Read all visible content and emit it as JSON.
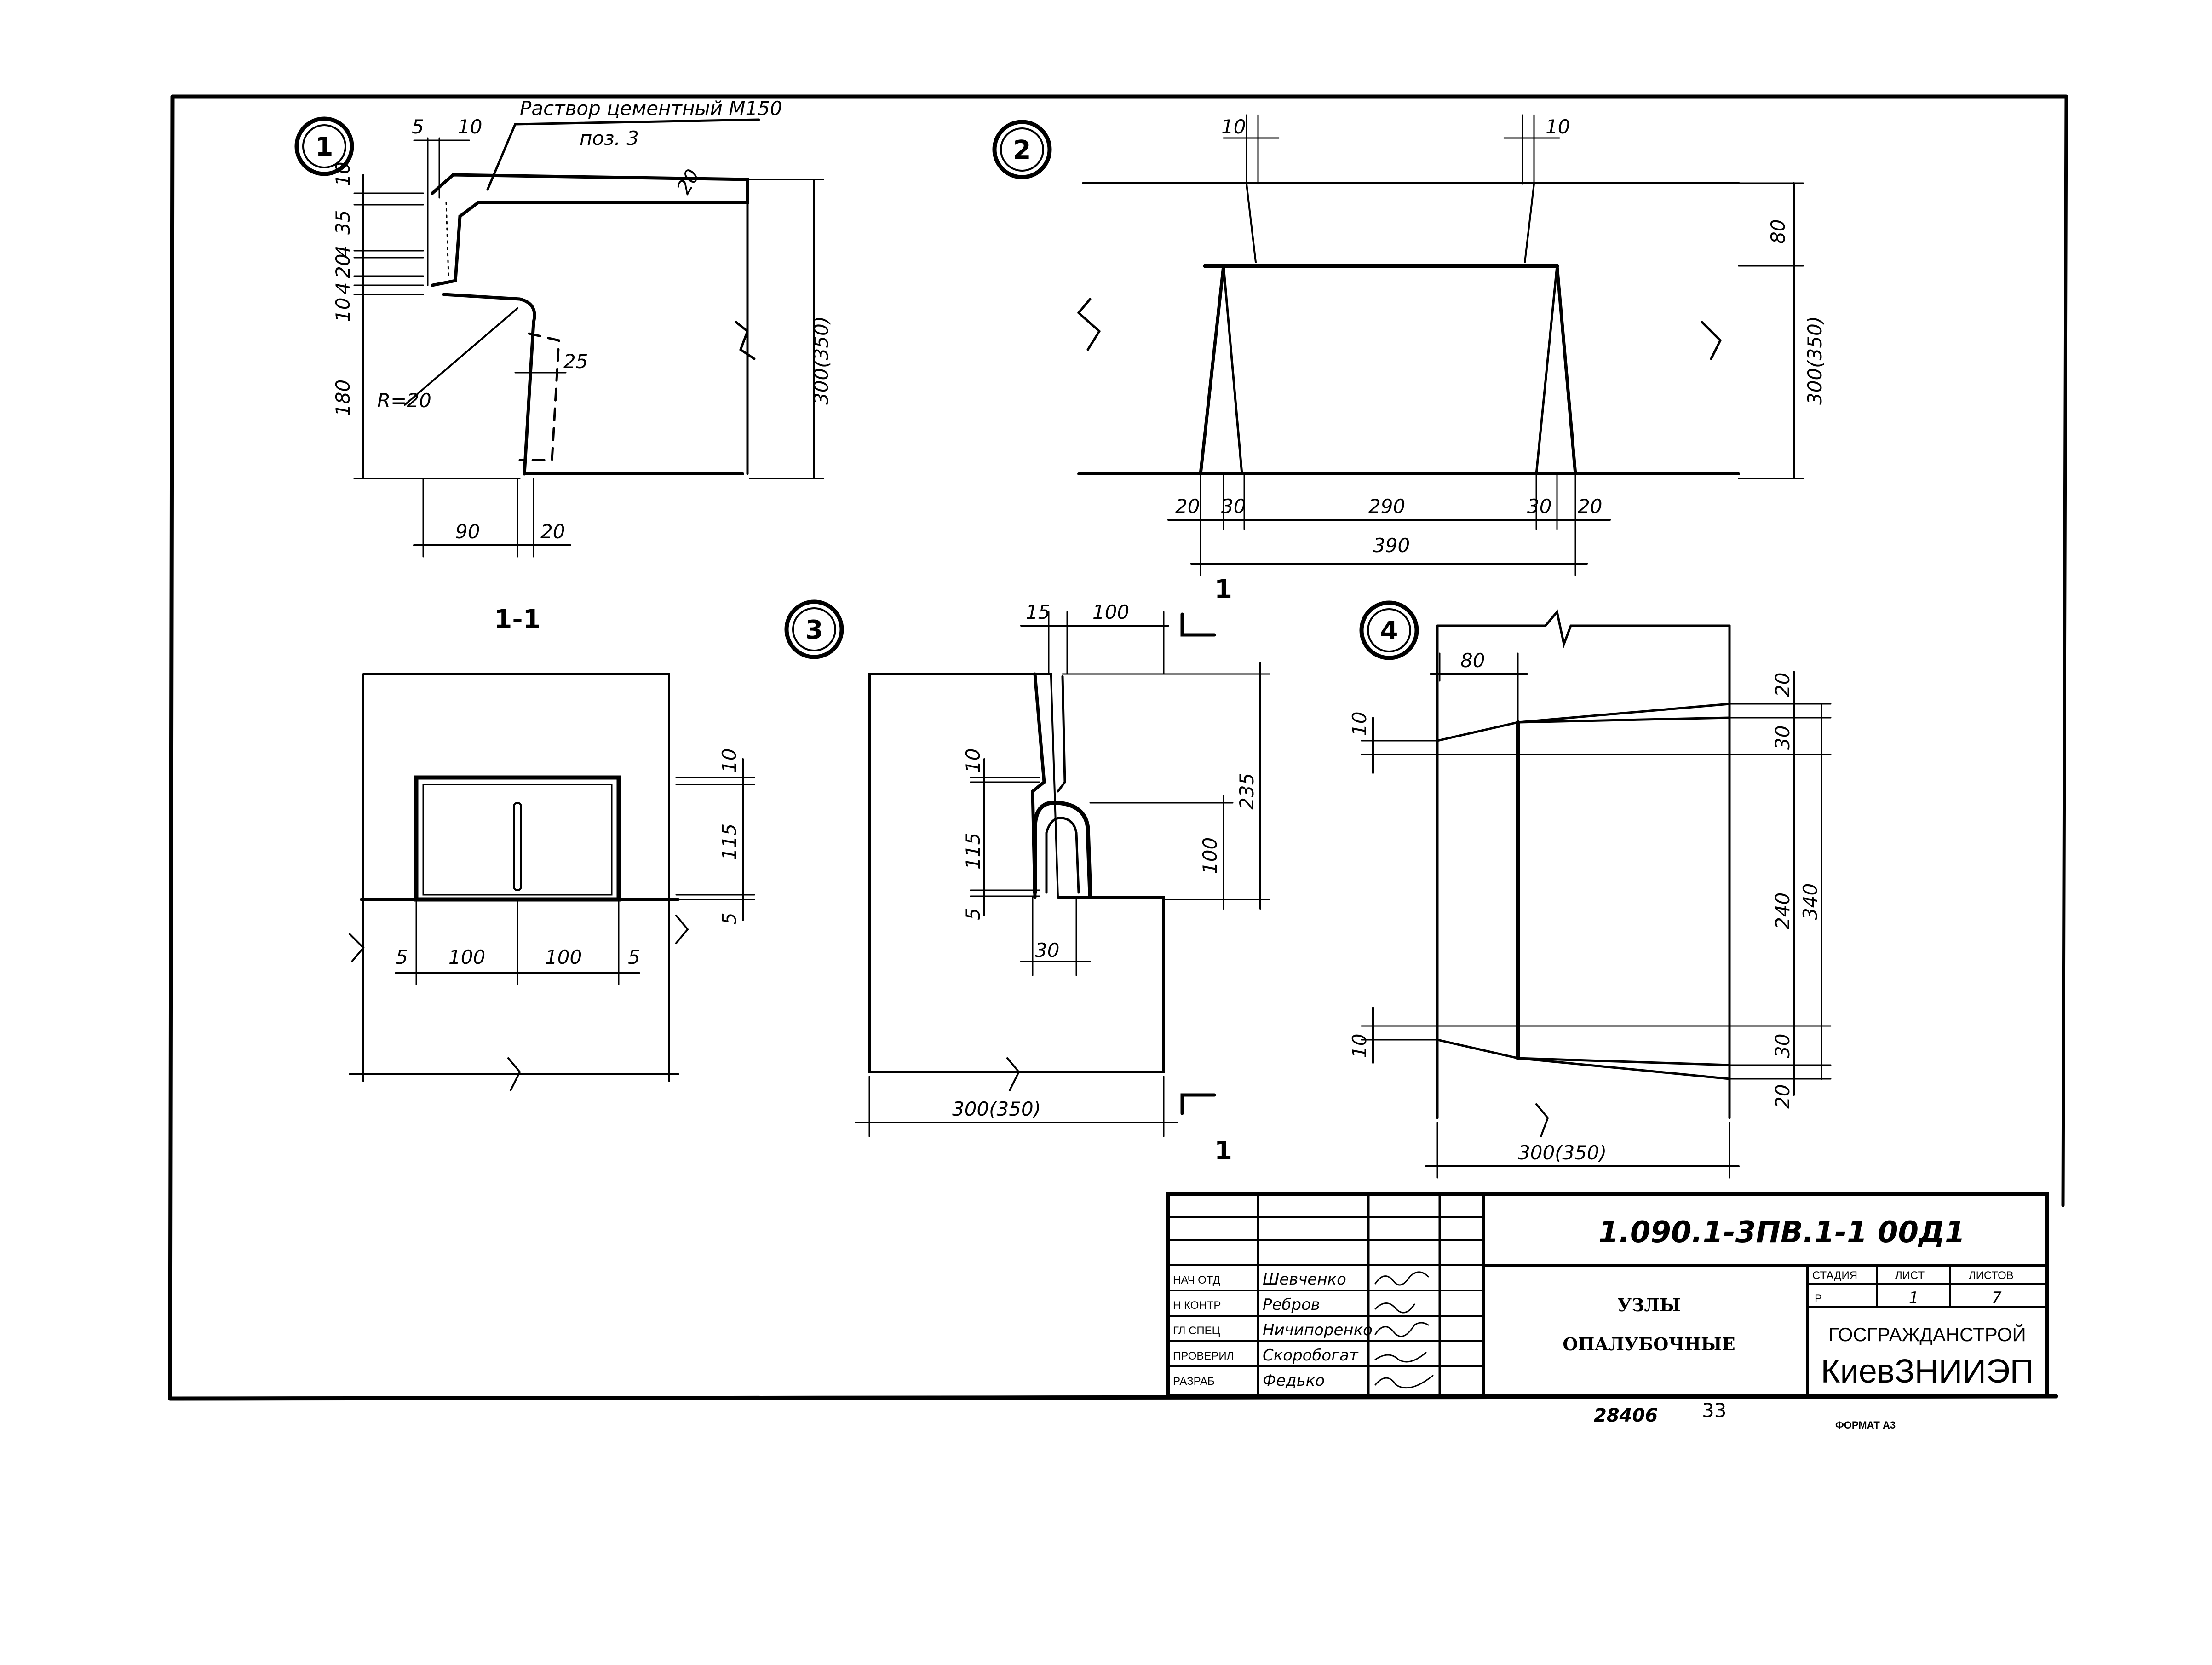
{
  "views": {
    "node1": {
      "number": "1",
      "note_main": "Раствор цементный М150",
      "note_pos": "поз. 3",
      "dims": {
        "d5": "5",
        "d10": "10",
        "d20r": "20",
        "d10a": "10",
        "d35": "35",
        "d20": "20",
        "d10b": "10",
        "d180": "180",
        "radius": "R=20",
        "d25": "25",
        "d90": "90",
        "d20b": "20",
        "height": "300(350)",
        "d4": "4",
        "d4b": "4"
      }
    },
    "node2": {
      "number": "2",
      "dims": {
        "t10l": "10",
        "t10r": "10",
        "d80": "80",
        "height": "300(350)",
        "b20l": "20",
        "b30l": "30",
        "b290": "290",
        "b30r": "30",
        "b20r": "20",
        "b390": "390"
      }
    },
    "section11": {
      "title": "1-1",
      "dims": {
        "d10": "10",
        "d115": "115",
        "d5": "5",
        "w5l": "5",
        "w100l": "100",
        "w100r": "100",
        "w5r": "5"
      }
    },
    "node3": {
      "number": "3",
      "cut_mark_top": "1",
      "cut_mark_bottom": "1",
      "dims": {
        "d15": "15",
        "d100": "100",
        "d235": "235",
        "d10": "10",
        "d115": "115",
        "d100v": "100",
        "d5": "5",
        "d30": "30",
        "width": "300(350)"
      }
    },
    "node4": {
      "number": "4",
      "dims": {
        "d80": "80",
        "d10t": "10",
        "d20t": "20",
        "d30t": "30",
        "d240": "240",
        "d340": "340",
        "d10b": "10",
        "d30b": "30",
        "d20b": "20",
        "width": "300(350)"
      }
    }
  },
  "title_block": {
    "designation": "1.090.1-3ПВ.1-1  00Д1",
    "sheet_title_1": "УЗЛЫ",
    "sheet_title_2": "ОПАЛУБОЧНЫЕ",
    "stage_header": "СТАДИЯ",
    "sheet_header": "ЛИСТ",
    "sheets_header": "ЛИСТОВ",
    "stage": "Р",
    "sheet": "1",
    "sheets": "7",
    "org_1": "ГОСГРАЖДАНСТРОЙ",
    "org_2": "КиевЗНИИЭП",
    "staff": [
      {
        "role": "НАЧ ОТД",
        "name": "Шевченко"
      },
      {
        "role": "Н КОНТР",
        "name": "Ребров"
      },
      {
        "role": "ГЛ СПЕЦ",
        "name": "Ничипоренко"
      },
      {
        "role": "ПРОВЕРИЛ",
        "name": "Скоробогат"
      },
      {
        "role": "РАЗРАБ",
        "name": "Федько"
      }
    ]
  },
  "footer": {
    "inventory_no": "28406",
    "page_no": "33",
    "format": "ФОРМАТ А3"
  }
}
